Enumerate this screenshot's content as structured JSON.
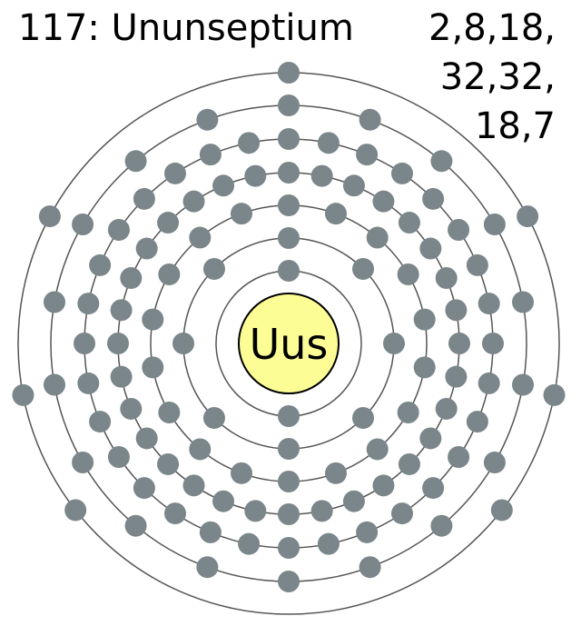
{
  "title": "117: Ununseptium",
  "electron_configuration": [
    "2,8,18,",
    "32,32,",
    "18,7"
  ],
  "nucleus": {
    "symbol": "Uus"
  },
  "shells": [
    {
      "electrons": 2
    },
    {
      "electrons": 8
    },
    {
      "electrons": 18
    },
    {
      "electrons": 32
    },
    {
      "electrons": 32
    },
    {
      "electrons": 18
    },
    {
      "electrons": 7
    }
  ],
  "colors": {
    "electron": "#7a868a",
    "nucleus_fill": "#fdfd96",
    "shell_stroke": "#555555"
  }
}
